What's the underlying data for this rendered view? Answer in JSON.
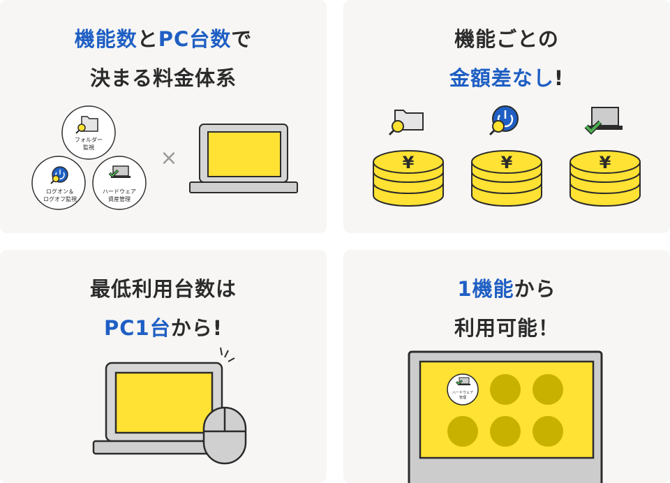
{
  "card1": {
    "title_line1_blue1": "機能数",
    "title_line1_dark1": "と",
    "title_line1_blue2": "PC台数",
    "title_line1_dark2": "で",
    "title_line2": "決まる料金体系",
    "features": {
      "folder_line1": "フォルダー",
      "folder_line2": "監視",
      "logon_line1": "ログオン＆",
      "logon_line2": "ログオフ監視",
      "hardware_line1": "ハードウェア",
      "hardware_line2": "資産管理"
    },
    "multiply_sign": "×"
  },
  "card2": {
    "title_line1": "機能ごとの",
    "title_line2_blue": "金額差なし",
    "title_line2_dark": "!"
  },
  "card3": {
    "title_line1": "最低利用台数は",
    "title_line2_blue": "PC1台",
    "title_line2_dark": "から!"
  },
  "card4": {
    "title_line1_blue": "1機能",
    "title_line1_dark": "から",
    "title_line2": "利用可能！",
    "feature_line1": "ハードウェア",
    "feature_line2": "管理"
  },
  "colors": {
    "blue": "#1f5fc4",
    "yellow": "#ffe233",
    "olive": "#c9b100",
    "dark": "#2b2b2b",
    "card_bg": "#f7f6f4"
  }
}
